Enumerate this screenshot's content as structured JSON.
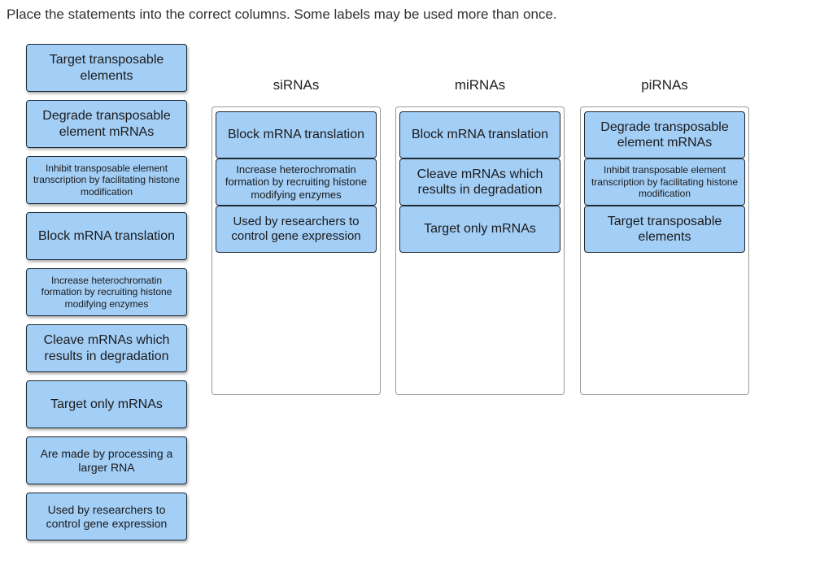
{
  "instruction": "Place the statements into the correct columns. Some labels may be used more than once.",
  "bank": [
    "Target transposable elements",
    "Degrade transposable element mRNAs",
    "Inhibit transposable element transcription by facilitating histone modification",
    "Block mRNA translation",
    "Increase heterochromatin formation by recruiting histone modifying enzymes",
    "Cleave mRNAs which results in degradation",
    "Target only mRNAs",
    "Are made by processing a larger RNA",
    "Used by researchers to control gene expression"
  ],
  "columns": [
    {
      "title": "siRNAs",
      "items": [
        "Block mRNA translation",
        "Increase heterochromatin formation by recruiting histone modifying enzymes",
        "Used by researchers to control gene expression"
      ]
    },
    {
      "title": "miRNAs",
      "items": [
        "Block mRNA translation",
        "Cleave mRNAs which results in degradation",
        "Target only mRNAs"
      ]
    },
    {
      "title": "piRNAs",
      "items": [
        "Degrade transposable element mRNAs",
        "Inhibit transposable element transcription by facilitating histone modification",
        "Target transposable elements"
      ]
    }
  ],
  "colors": {
    "label_fill": "#a3cef6",
    "label_border": "#1f2a33",
    "column_border": "#9a9a9a"
  }
}
